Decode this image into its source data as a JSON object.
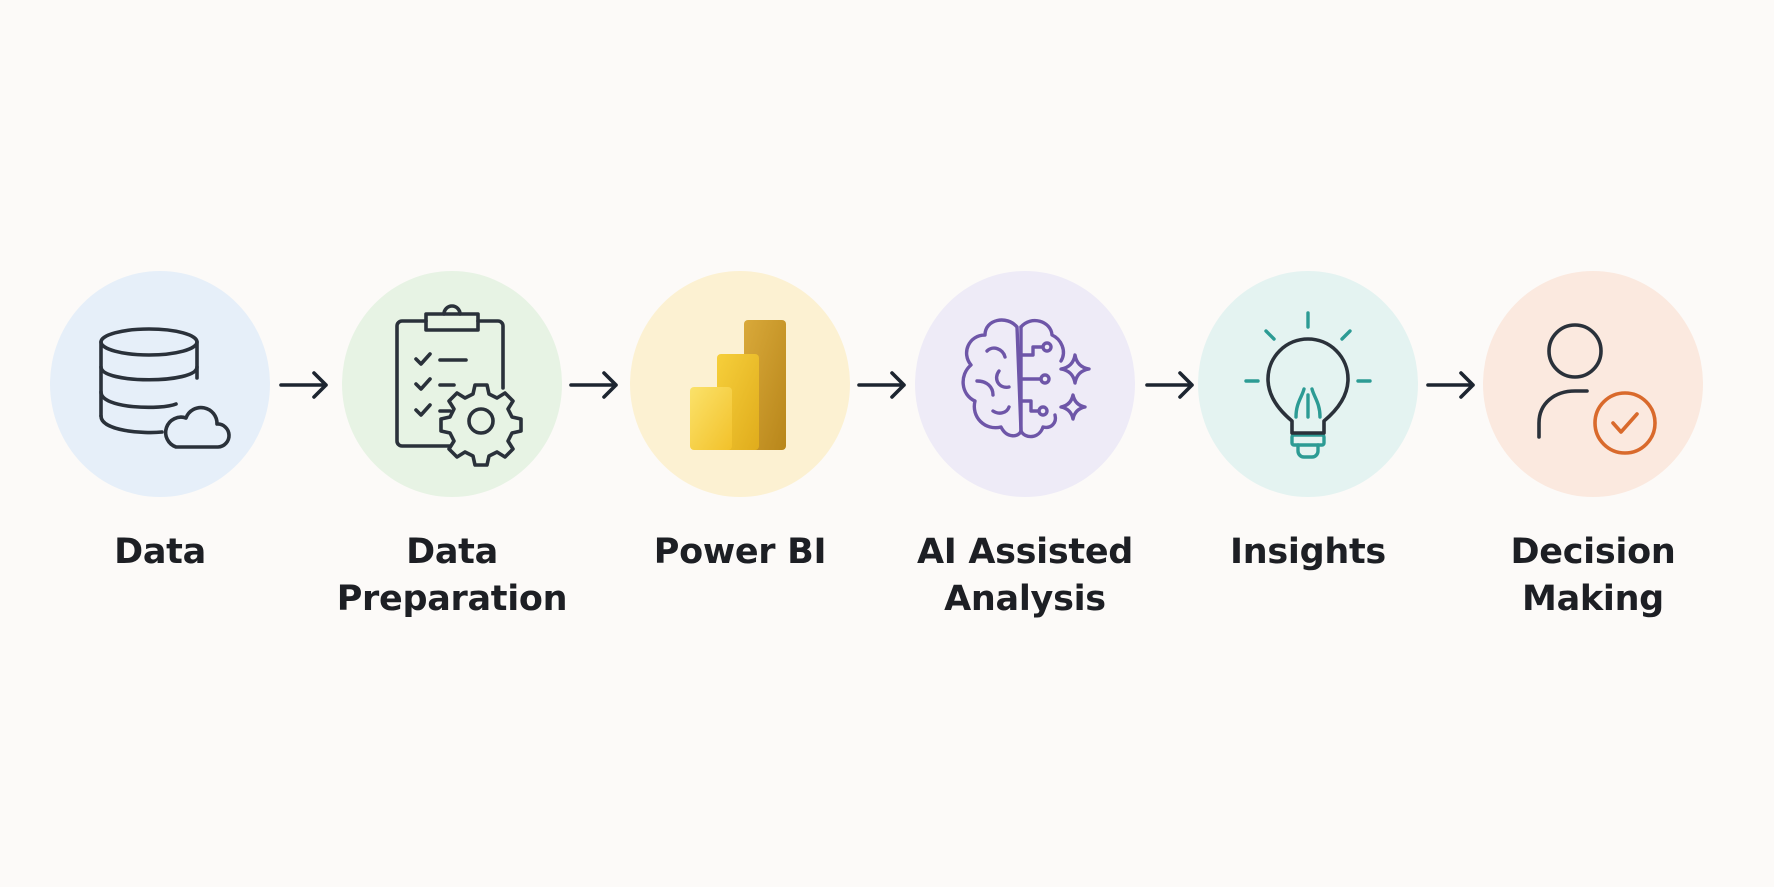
{
  "diagram": {
    "steps": [
      {
        "line1": "Data",
        "line2": "",
        "icon": "database-cloud-icon",
        "bg": "#e6eff9",
        "ink": "#2a313a"
      },
      {
        "line1": "Data",
        "line2": "Preparation",
        "icon": "clipboard-checklist-gear-icon",
        "bg": "#e7f3e4",
        "ink": "#2a313a"
      },
      {
        "line1": "Power BI",
        "line2": "",
        "icon": "power-bi-bars-icon",
        "bg": "#fcf1d2",
        "ink": "#e6b41e"
      },
      {
        "line1": "AI Assisted",
        "line2": "Analysis",
        "icon": "brain-sparkle-icon",
        "bg": "#eeebf7",
        "ink": "#6e56a8"
      },
      {
        "line1": "Insights",
        "line2": "",
        "icon": "lightbulb-icon",
        "bg": "#e4f3f1",
        "ink": "#2c9b94"
      },
      {
        "line1": "Decision",
        "line2": "Making",
        "icon": "person-check-icon",
        "bg": "#fbe9df",
        "ink": "#d96a2c"
      }
    ],
    "arrow_color": "#1d2530"
  }
}
